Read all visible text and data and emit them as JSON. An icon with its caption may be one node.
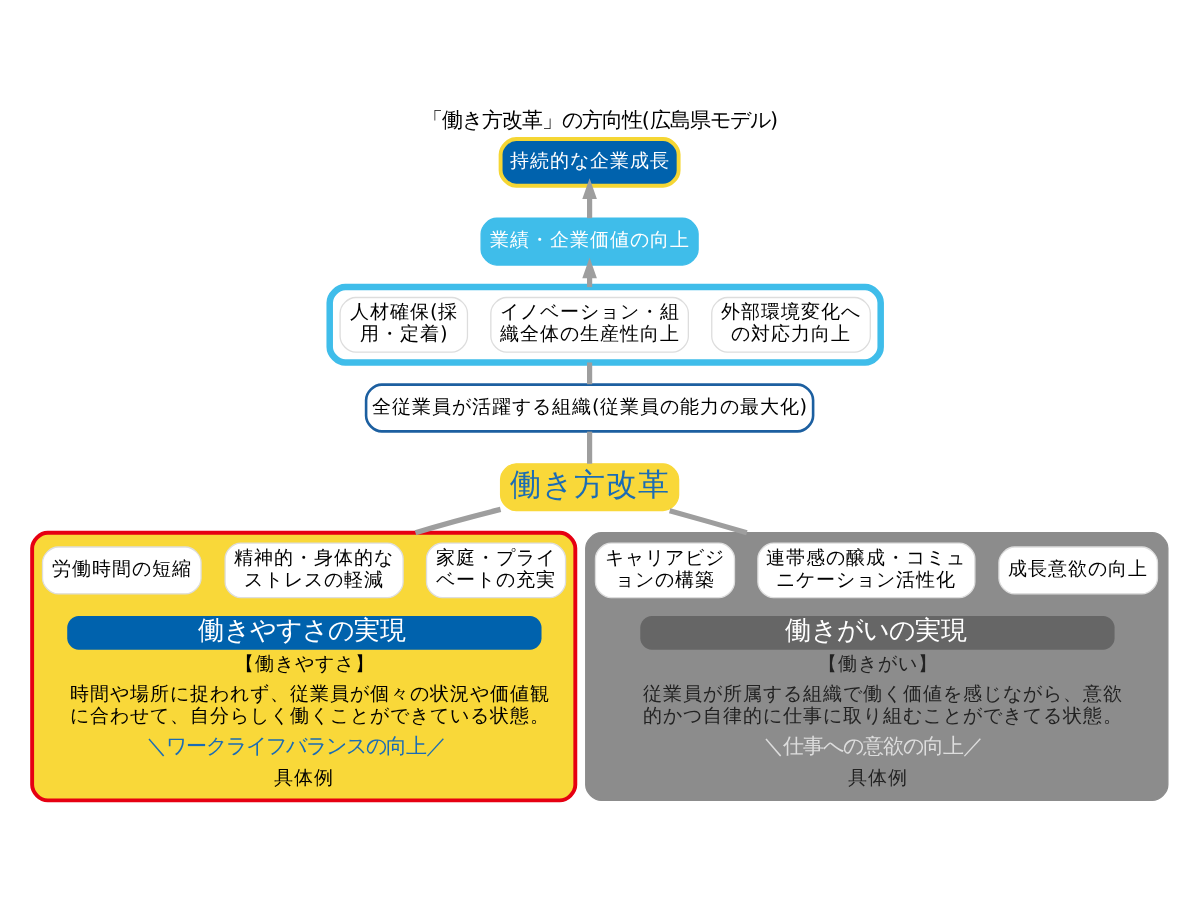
{
  "diagram": {
    "title": "「働き方改革」の方向性(広島県モデル)",
    "nodes": [
      {
        "text": [
          "持続的な企業成長"
        ]
      },
      {
        "text": [
          "業績・企業価値の向上"
        ]
      },
      {
        "text": [],
        "shape": "box"
      },
      {
        "text": [
          "人材確保(採用・定着)"
        ],
        "in": 2
      },
      {
        "text": [
          "イノベーション・組織全体の生産性向上"
        ],
        "in": 2
      },
      {
        "text": [
          "外部環境変化への対応力向上"
        ],
        "in": 2
      },
      {
        "text": [
          "全従業員が活躍する組織(従業員の能力の最大化)"
        ]
      },
      {
        "text": [
          "働き方改革"
        ]
      },
      {
        "text": [
          "働きやすさの実現",
          "【働きやすさ】",
          "時間や場所に捉われず、従業員が個々の状況や価値観に合わせて、自分らしく働くことができている状態。",
          "＼ワークライフバランスの向上／",
          "具体例"
        ]
      },
      {
        "text": [
          "労働時間の短縮"
        ],
        "in": 8
      },
      {
        "text": [
          "精神的・身体的なストレスの軽減"
        ],
        "in": 8
      },
      {
        "text": [
          "家庭・プライベートの充実"
        ],
        "in": 8
      },
      {
        "text": [
          "働きがいの実現",
          "【働きがい】",
          "従業員が所属する組織で働く価値を感じながら、意欲的かつ自律的に仕事に取り組むことができてる状態。",
          "＼仕事への意欲の向上／",
          "具体例"
        ]
      },
      {
        "text": [
          "キャリアビジョンの構築"
        ],
        "in": 12
      },
      {
        "text": [
          "連帯感の醸成・コミュニケーション活性化"
        ],
        "in": 12
      },
      {
        "text": [
          "成長意欲の向上"
        ],
        "in": 12
      }
    ],
    "edges": [
      {
        "from": 1,
        "to": 0,
        "arrow": "to"
      },
      {
        "from": 2,
        "to": 1,
        "arrow": "to"
      },
      {
        "from": 6,
        "to": 2,
        "arrow": "none"
      },
      {
        "from": 7,
        "to": 6,
        "arrow": "none"
      },
      {
        "from": 8,
        "to": 7,
        "arrow": "none"
      },
      {
        "from": 12,
        "to": 7,
        "arrow": "none"
      }
    ]
  }
}
